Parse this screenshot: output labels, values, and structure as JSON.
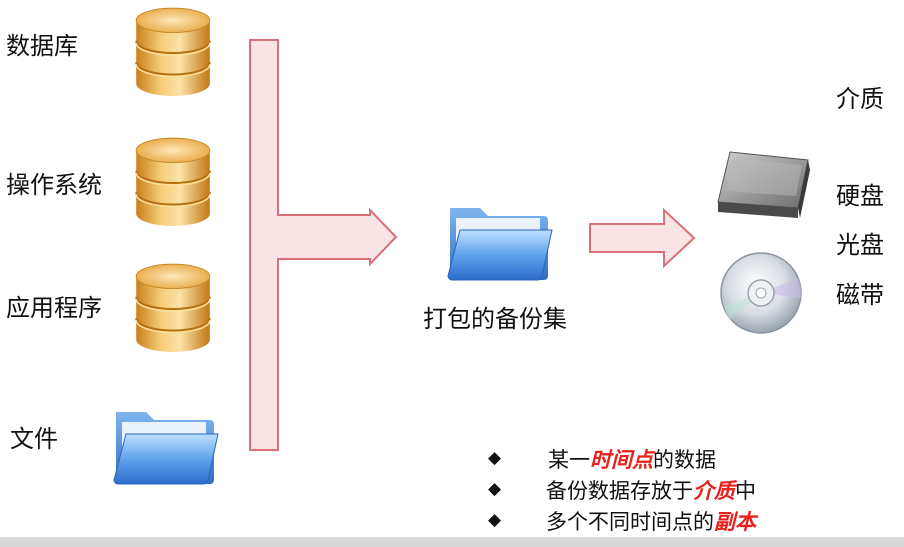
{
  "sources": [
    {
      "label": "数据库",
      "icon": "database-icon"
    },
    {
      "label": "操作系统",
      "icon": "database-icon"
    },
    {
      "label": "应用程序",
      "icon": "database-icon"
    },
    {
      "label": "文件",
      "icon": "folder-icon"
    }
  ],
  "backup_set": {
    "label": "打包的备份集",
    "icon": "folder-icon"
  },
  "media": {
    "title": "介质",
    "items": [
      "硬盘",
      "光盘",
      "磁带"
    ],
    "icons": [
      "hard-disk-icon",
      "optical-disc-icon"
    ]
  },
  "bullets": [
    {
      "pre": "某一",
      "em": "时间点",
      "post": "的数据"
    },
    {
      "pre": "备份数据存放于",
      "em": "介质",
      "post": "中"
    },
    {
      "pre": "多个不同时间点的",
      "em": "副本",
      "post": ""
    }
  ],
  "colors": {
    "arrow_fill": "#fbe4e6",
    "arrow_stroke": "#d97078",
    "emphasis": "#e8201e",
    "database_gold": "#e9a63c",
    "folder_blue": "#4a8fe0"
  }
}
